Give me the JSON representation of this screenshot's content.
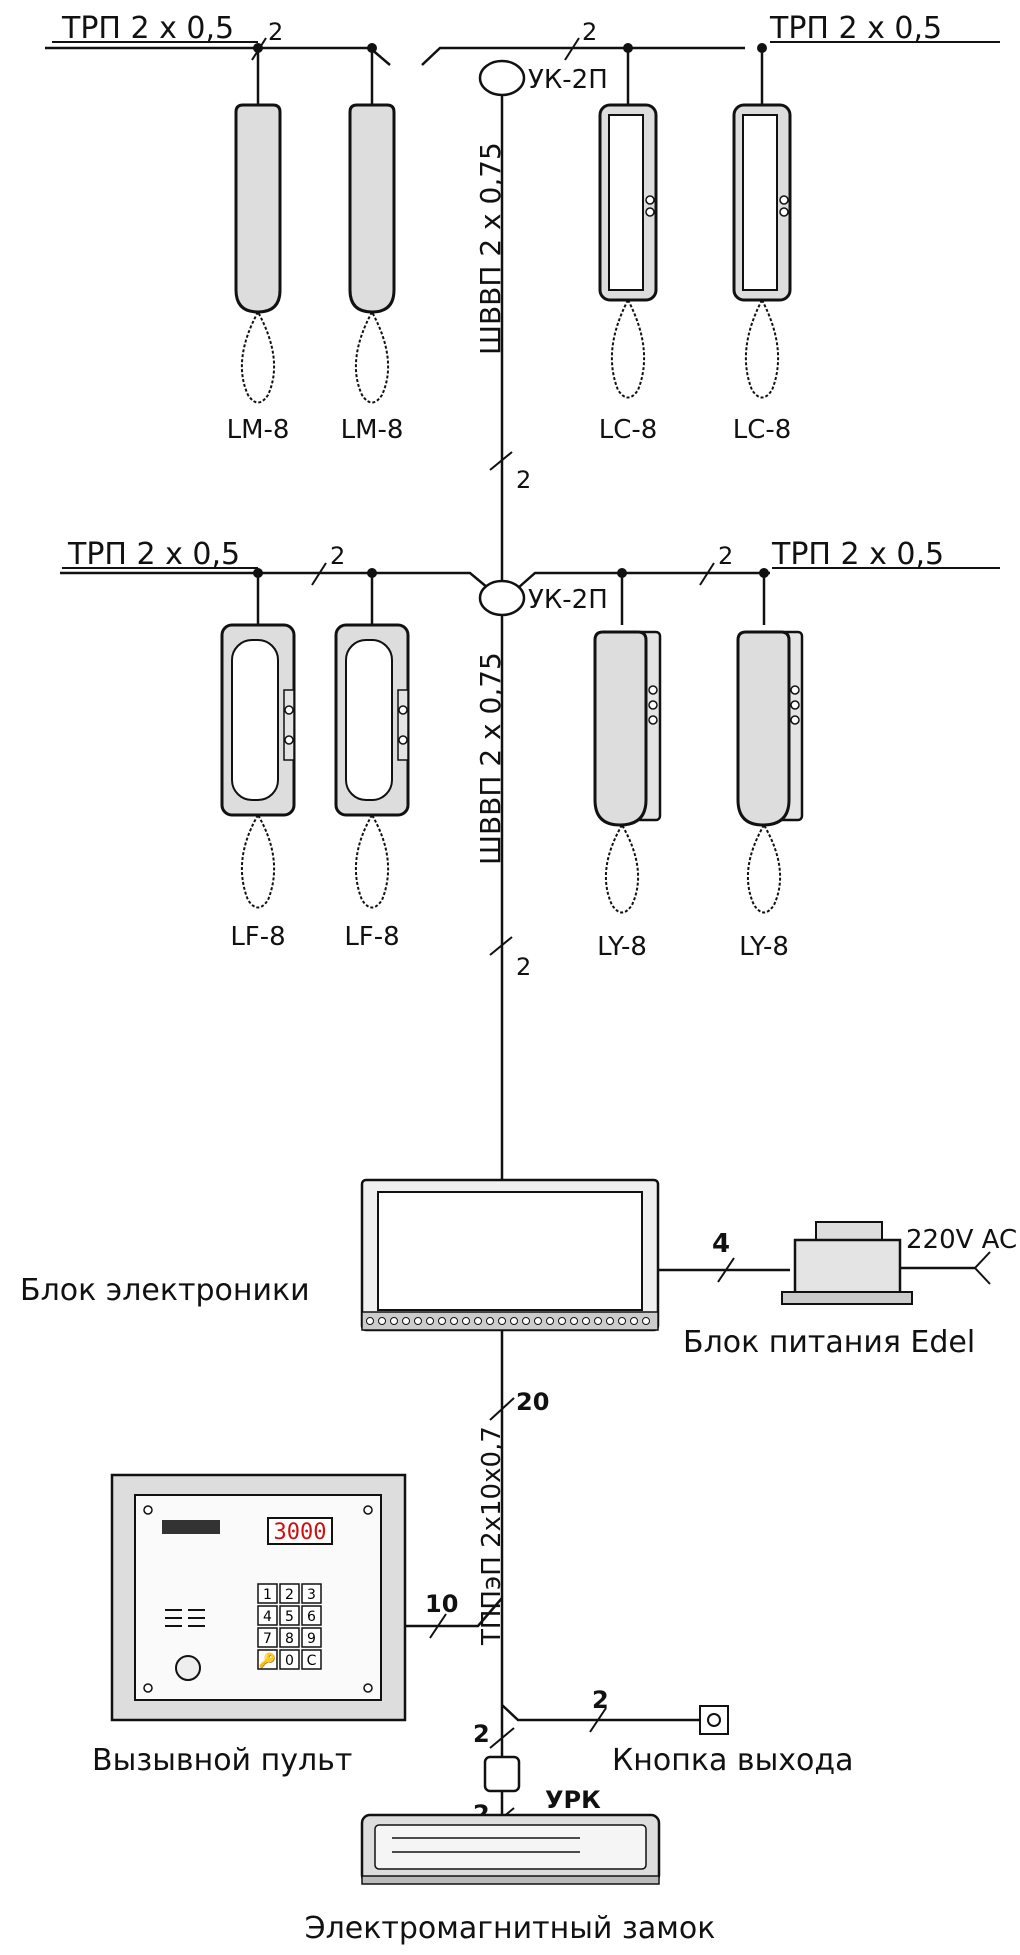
{
  "cables": {
    "trp_top_left": "ТРП 2 х 0,5",
    "trp_top_right": "ТРП 2 х 0,5",
    "trp_mid_left": "ТРП 2 х 0,5",
    "trp_mid_right": "ТРП 2 х 0,5",
    "shvvp_upper": "ШВВП 2 х 0,75",
    "shvvp_lower": "ШВВП 2 х 0,75",
    "tppep": "ТППэП 2х10х0,7"
  },
  "junctions": {
    "uk_top": "УК-2П",
    "uk_mid": "УК-2П",
    "urk": "УРК"
  },
  "wire_counts": {
    "top_left": "2",
    "top_right": "2",
    "riser_upper": "2",
    "mid_left": "2",
    "mid_right": "2",
    "riser_lower": "2",
    "psu": "4",
    "trunk": "20",
    "panel": "10",
    "exit_button": "2",
    "urk_in": "2",
    "urk_out": "2"
  },
  "handsets": {
    "row1": [
      "LM-8",
      "LM-8",
      "LC-8",
      "LC-8"
    ],
    "row2": [
      "LF-8",
      "LF-8",
      "LY-8",
      "LY-8"
    ]
  },
  "electronics_block": "Блок электроники",
  "power_supply": {
    "label": "Блок питания Edel",
    "mains": "220V AC"
  },
  "call_panel": {
    "label": "Вызывной пульт",
    "display": "3000",
    "keys": [
      "1",
      "2",
      "3",
      "4",
      "5",
      "6",
      "7",
      "8",
      "9",
      "🔑",
      "0",
      "C"
    ]
  },
  "exit_button": "Кнопка выхода",
  "lock": "Электромагнитный замок"
}
